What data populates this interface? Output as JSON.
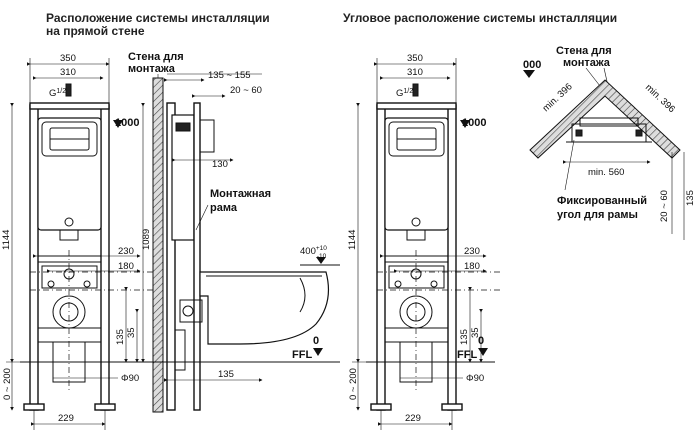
{
  "titles": {
    "straight_line1": "Расположение системы инсталляции",
    "straight_line2": "на прямой  стене",
    "corner": "Угловое расположение системы инсталляции"
  },
  "labels": {
    "wall_line1": "Стена для",
    "wall_line2": "монтажа",
    "frame_line1": "Монтажная",
    "frame_line2": "рама",
    "corner_wall_line1": "Стена для",
    "corner_wall_line2": "монтажа",
    "fixed_angle_line1": "Фиксированный",
    "fixed_angle_line2": "угол для рамы",
    "ffl": "FFL"
  },
  "dimensions": {
    "d350": "350",
    "d310": "310",
    "thread": "G",
    "thread_frac": "1/2",
    "thread_mark": "\"",
    "d1000": "1000",
    "d1144": "1144",
    "d230": "230",
    "d180": "180",
    "d135": "135",
    "d35": "35",
    "d0200": "0 ~ 200",
    "phi90": "Φ90",
    "d229": "229",
    "d135_155": "135 ~ 155",
    "d20_60": "20 ~ 60",
    "d130": "130",
    "d1089": "1089",
    "d400": "400",
    "d400_tol_top": "+10",
    "d400_tol_bot": "-10",
    "d0": "0",
    "d000": "000",
    "min396": "min. 396",
    "min560": "min. 560",
    "side_20_60": "20 ~ 60"
  },
  "colors": {
    "line": "#111111",
    "background": "#ffffff"
  }
}
